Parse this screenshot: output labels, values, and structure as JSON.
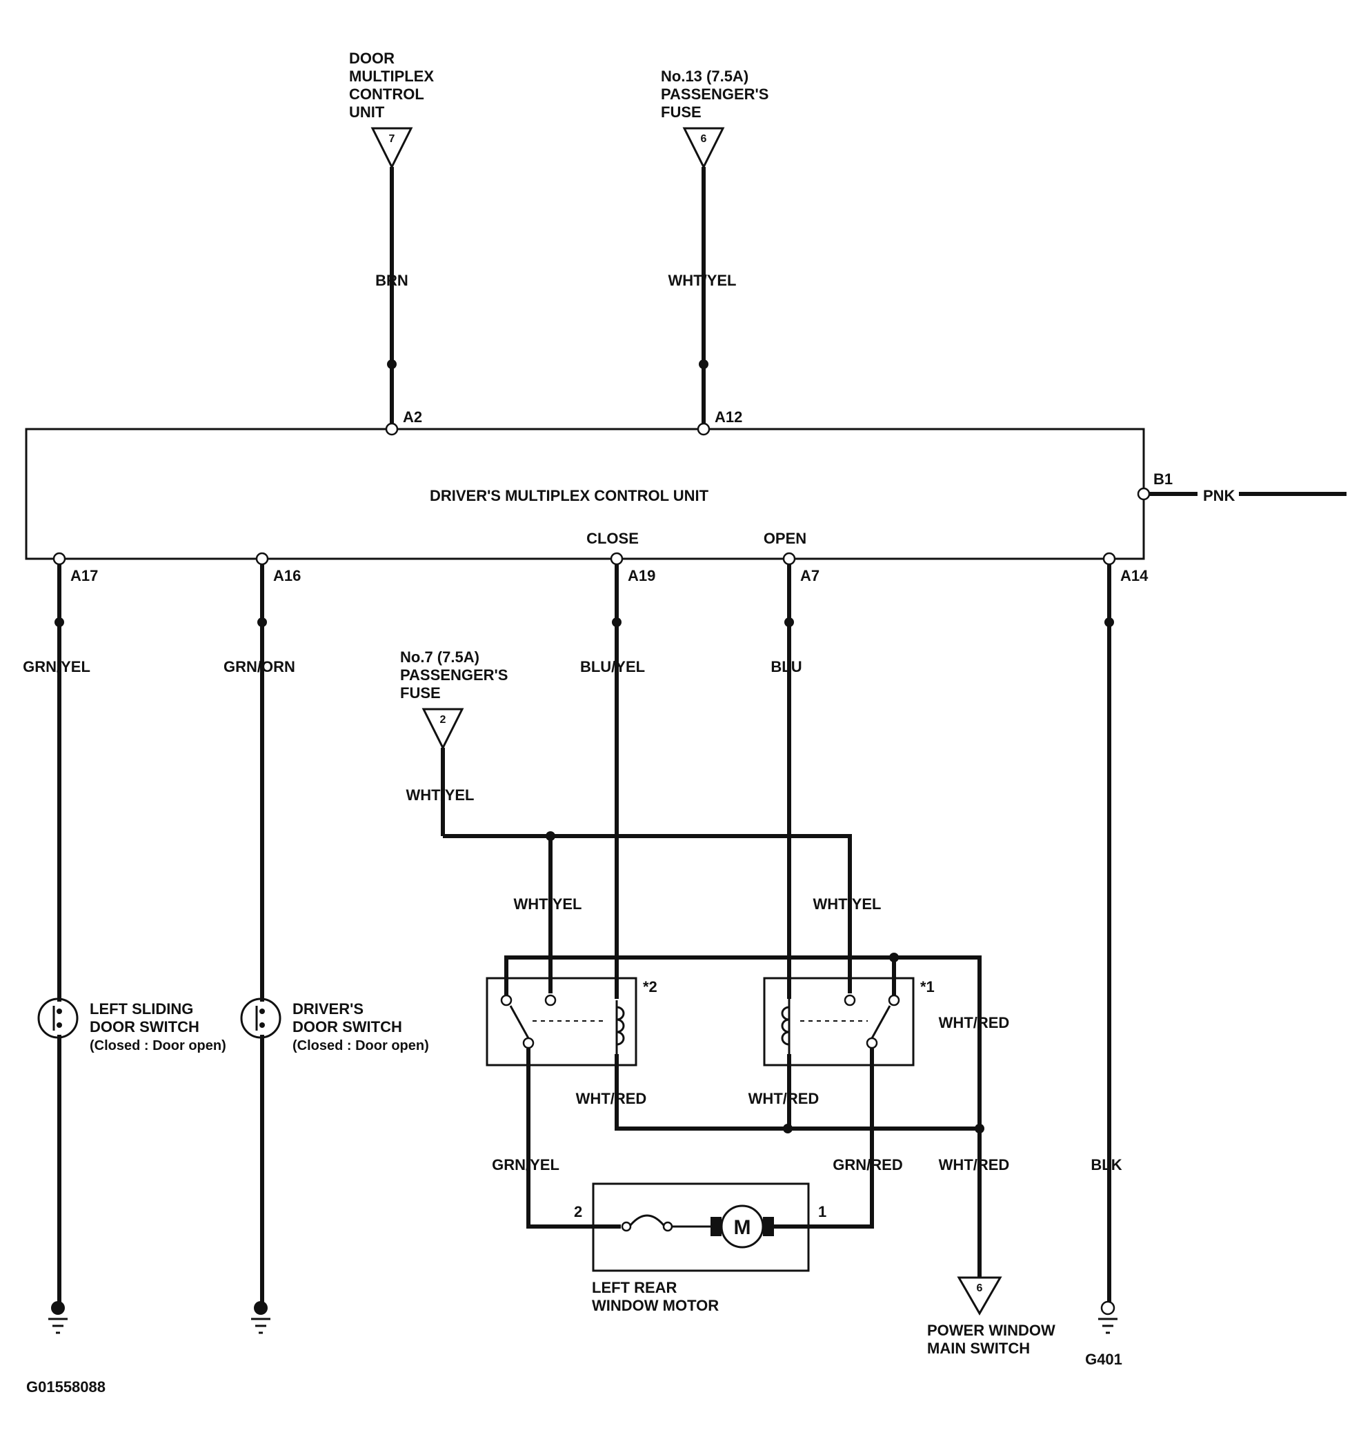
{
  "figure_id": "G01558088",
  "control_unit": {
    "name": "DRIVER'S MULTIPLEX CONTROL UNIT",
    "close_label": "CLOSE",
    "open_label": "OPEN",
    "pins": {
      "a2": "A2",
      "a12": "A12",
      "b1": "B1",
      "a17": "A17",
      "a16": "A16",
      "a19": "A19",
      "a7": "A7",
      "a14": "A14"
    }
  },
  "sources": {
    "door_unit": {
      "line1": "DOOR",
      "line2": "MULTIPLEX",
      "line3": "CONTROL",
      "line4": "UNIT",
      "connector": "7"
    },
    "fuse13": {
      "line1": "No.13 (7.5A)",
      "line2": "PASSENGER'S",
      "line3": "FUSE",
      "connector": "6"
    },
    "fuse7": {
      "line1": "No.7 (7.5A)",
      "line2": "PASSENGER'S",
      "line3": "FUSE",
      "connector": "2"
    }
  },
  "wires": {
    "brn": "BRN",
    "wht_yel_top": "WHT/YEL",
    "pnk": "PNK",
    "grn_yel_left": "GRN/YEL",
    "grn_orn": "GRN/ORN",
    "blu_yel": "BLU/YEL",
    "blu": "BLU",
    "wht_yel_fuse7": "WHT/YEL",
    "wht_yel_relay2": "WHT/YEL",
    "wht_yel_relay1": "WHT/YEL",
    "wht_red_right": "WHT/RED",
    "wht_red_relay2": "WHT/RED",
    "wht_red_relay1": "WHT/RED",
    "wht_red_down": "WHT/RED",
    "grn_yel_motor": "GRN/YEL",
    "grn_red_motor": "GRN/RED",
    "blk": "BLK"
  },
  "switches": {
    "left_sliding": {
      "line1": "LEFT SLIDING",
      "line2": "DOOR SWITCH",
      "line3": "(Closed : Door open)"
    },
    "drivers": {
      "line1": "DRIVER'S",
      "line2": "DOOR SWITCH",
      "line3": "(Closed : Door open)"
    }
  },
  "relays": {
    "relay2": "*2",
    "relay1": "*1"
  },
  "motor": {
    "symbol": "M",
    "pin2": "2",
    "pin1": "1",
    "line1": "LEFT REAR",
    "line2": "WINDOW MOTOR"
  },
  "power_window_switch": {
    "connector": "6",
    "line1": "POWER WINDOW",
    "line2": "MAIN SWITCH"
  },
  "ground": {
    "label": "G401"
  }
}
